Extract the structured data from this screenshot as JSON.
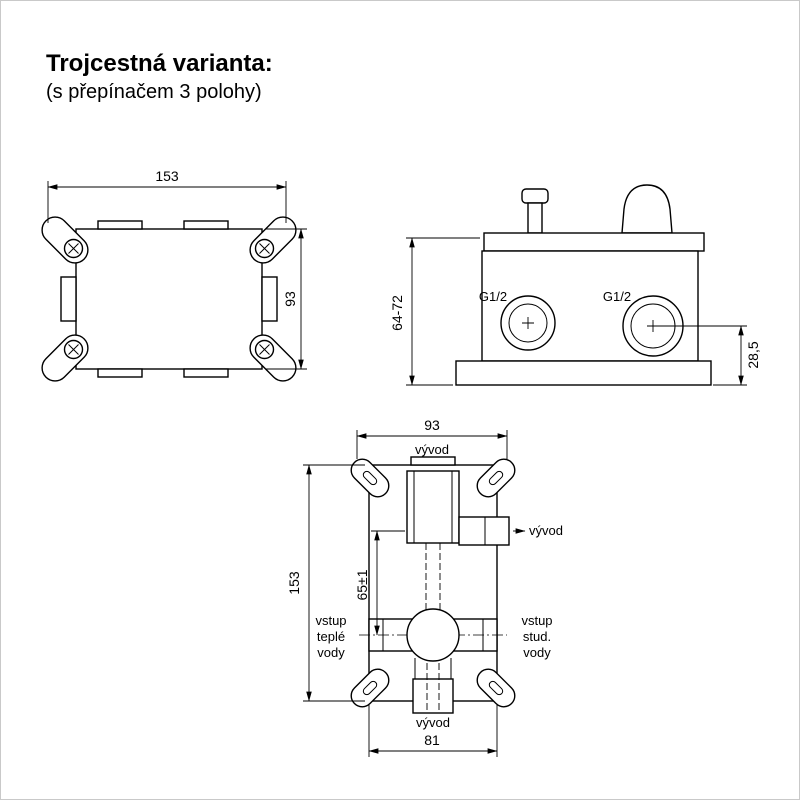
{
  "page": {
    "title": "Trojcestná varianta:",
    "subtitle": "(s přepínačem 3 polohy)"
  },
  "colors": {
    "ink": "#000000",
    "background": "#ffffff"
  },
  "plan_view": {
    "dim_width": "153",
    "dim_height": "93"
  },
  "side_view": {
    "dim_depth": "64-72",
    "dim_port_offset": "28,5",
    "port_left_thread": "G1/2",
    "port_right_thread": "G1/2"
  },
  "front_view": {
    "dim_width": "93",
    "dim_height": "153",
    "dim_outlet_to_inlet": "65±1",
    "dim_bottom_width": "81",
    "label_outlet_top": "vývod",
    "label_outlet_right": "vývod",
    "label_outlet_bottom": "vývod",
    "label_inlet_left_line1": "vstup",
    "label_inlet_left_line2": "teplé",
    "label_inlet_left_line3": "vody",
    "label_inlet_right_line1": "vstup",
    "label_inlet_right_line2": "stud.",
    "label_inlet_right_line3": "vody"
  }
}
